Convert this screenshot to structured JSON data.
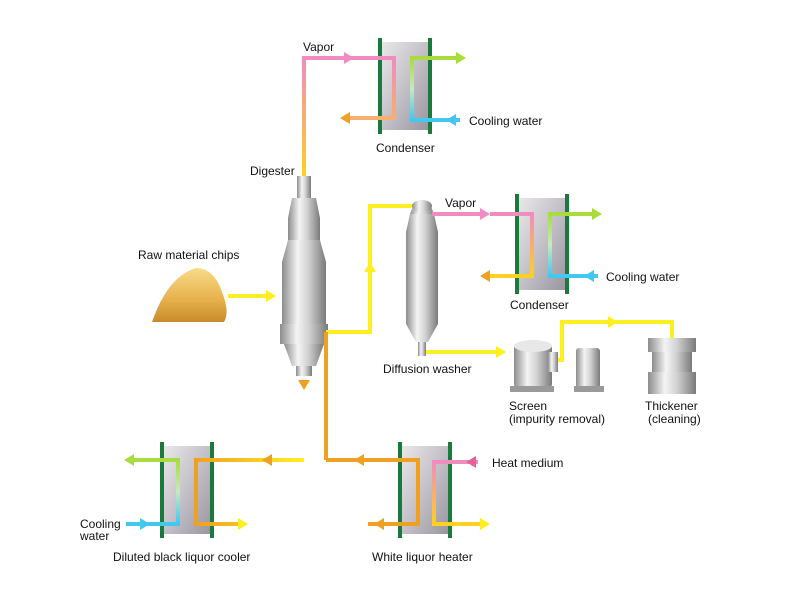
{
  "labels": {
    "vapor_top": "Vapor",
    "condenser_top": "Condenser",
    "cooling_water_top": "Cooling water",
    "digester": "Digester",
    "vapor_mid": "Vapor",
    "condenser_mid": "Condenser",
    "cooling_water_mid": "Cooling water",
    "raw_material": "Raw material chips",
    "diffusion_washer": "Diffusion washer",
    "screen_line1": "Screen",
    "screen_line2": "(impurity removal)",
    "thickener_line1": "Thickener",
    "thickener_line2": "(cleaning)",
    "heat_medium": "Heat medium",
    "cooling_line1": "Cooling",
    "cooling_line2": "water",
    "black_liquor_cooler": "Diluted black liquor cooler",
    "white_liquor_heater": "White liquor heater"
  },
  "icons": [
    "digester-tower",
    "diffusion-washer-vessel",
    "condenser-unit",
    "screen-machine",
    "thickener-tank",
    "wood-chips-pile"
  ],
  "colors": {
    "vapor": "#f08cc0",
    "liquor_yellow": "#ffee22",
    "liquor_orange": "#f0a020",
    "cooling_water": "#40c8f0",
    "cooling_out": "#a8dc3c",
    "condenser_frame": "#1a7a3c",
    "heat_medium": "#e8609a"
  }
}
